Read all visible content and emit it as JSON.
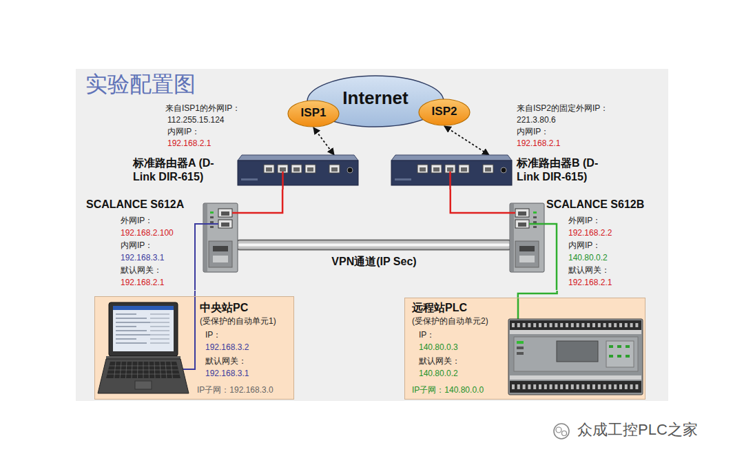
{
  "diagram": {
    "title": "实验配置图",
    "nodes": [
      {
        "text": [
          "Internet"
        ]
      },
      {
        "text": [
          "ISP1"
        ]
      },
      {
        "text": [
          "ISP2"
        ]
      },
      {
        "text": [
          "标准路由器A (D-Link DIR-615)"
        ]
      },
      {
        "text": [
          "标准路由器B (D-Link DIR-615)"
        ]
      },
      {
        "text": [
          "SCALANCE S612A",
          "外网IP：",
          "192.168.2.100",
          "内网IP：",
          "192.168.3.1",
          "默认网关：",
          "192.168.2.1"
        ]
      },
      {
        "text": [
          "SCALANCE S612B",
          "外网IP：",
          "192.168.2.2",
          "内网IP：",
          "140.80.0.2",
          "默认网关：",
          "192.168.2.1"
        ]
      },
      {
        "text": [
          "中央站PC",
          "(受保护的自动单元1)",
          "IP：",
          "192.168.3.2",
          "默认网关：",
          "192.168.3.1",
          "IP子网：192.168.3.0"
        ]
      },
      {
        "text": [
          "远程站PLC",
          "(受保护的自动单元2)",
          "IP：",
          "140.80.0.3",
          "默认网关：",
          "140.80.0.2",
          "IP子网：140.80.0.0"
        ]
      }
    ],
    "edges": [
      {
        "from": 1,
        "to": 3,
        "arrow": "both"
      },
      {
        "from": 2,
        "to": 4,
        "arrow": "both"
      },
      {
        "from": 3,
        "to": 5,
        "arrow": "none"
      },
      {
        "from": 4,
        "to": 6,
        "arrow": "none"
      },
      {
        "from": 5,
        "to": 7,
        "arrow": "none"
      },
      {
        "from": 6,
        "to": 8,
        "arrow": "none"
      },
      {
        "from": 5,
        "to": 6,
        "arrow": "none",
        "label": "VPN通道(IP Sec)"
      }
    ],
    "labels": [
      "来自ISP1的外网IP：",
      "112.255.15.124",
      "内网IP：",
      "192.168.2.1",
      "来自ISP2的固定外网IP：",
      "221.3.80.6",
      "内网IP：",
      "192.168.2.1",
      "众成工控PLC之家"
    ]
  }
}
